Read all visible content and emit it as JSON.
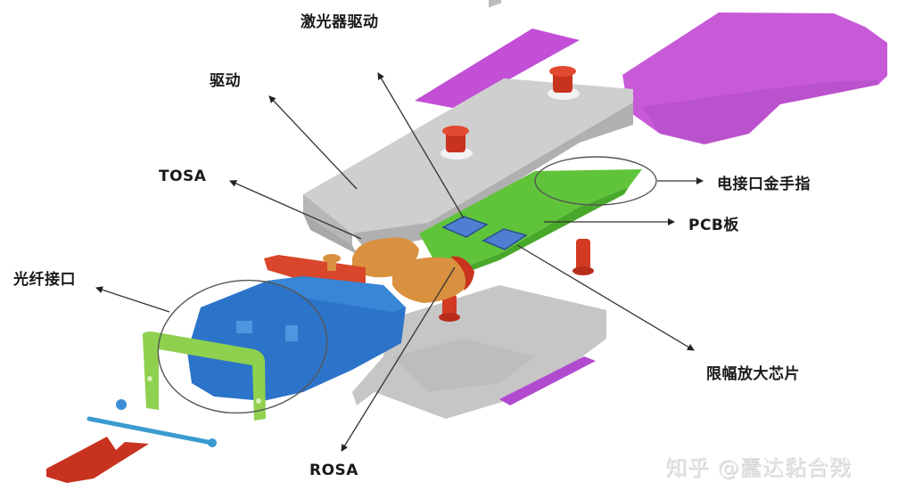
{
  "diagram": {
    "subject": "Optical transceiver module exploded view",
    "colors": {
      "shell_gray": "#c9c9c9",
      "shell_dark": "#a9a9a9",
      "magenta": "#c24fd6",
      "pcb_green": "#5fc43a",
      "chip_blue": "#4f7fd0",
      "osa_orange": "#d9913f",
      "red_parts": "#d8462b",
      "receptacle_blue": "#2c74c9",
      "latch_green": "#8fd14f"
    },
    "labels": {
      "laser_driver": "激光器驱动",
      "driver": "驱动",
      "tosa": "TOSA",
      "fiber_interface": "光纤接口",
      "gold_finger": "电接口金手指",
      "pcb": "PCB板",
      "limiting_amp": "限幅放大芯片",
      "rosa": "ROSA"
    },
    "watermark": "知乎 @蠹达黏合戣"
  }
}
